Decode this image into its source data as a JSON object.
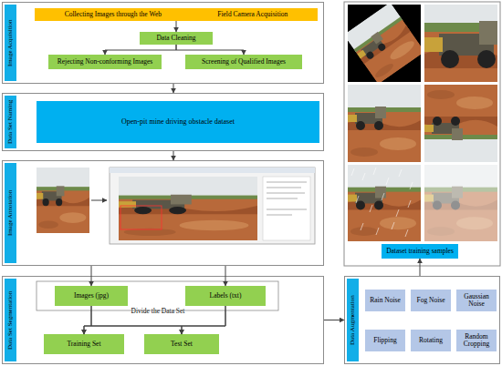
{
  "diagram": {
    "nodes": [
      {
        "text": [
          "Image Acquisition"
        ]
      },
      {
        "text": [
          "Collecting Images through the Web",
          "Field Camera Acquisition"
        ],
        "in": 0
      },
      {
        "text": [
          "Data Cleaning"
        ],
        "in": 0
      },
      {
        "text": [
          "Rejecting Non-conforming Images"
        ],
        "in": 0
      },
      {
        "text": [
          "Screening of Qualified Images"
        ],
        "in": 0
      },
      {
        "text": [
          "Data Set Naming"
        ]
      },
      {
        "text": [
          "Open-pit mine driving obstacle dataset"
        ],
        "in": 5
      },
      {
        "text": [
          "Image Annotation"
        ]
      },
      {
        "text": [
          "Data Set Segmentation"
        ]
      },
      {
        "text": [
          "Images (jpg)"
        ],
        "in": 8
      },
      {
        "text": [
          "Labels (txt)"
        ],
        "in": 8
      },
      {
        "text": [
          "Training Set"
        ],
        "in": 8
      },
      {
        "text": [
          "Test Set"
        ],
        "in": 8
      },
      {
        "text": [
          "Dataset training samples"
        ]
      },
      {
        "text": [
          "Data Augmentation"
        ]
      },
      {
        "text": [
          "Rain Noise"
        ],
        "in": 14
      },
      {
        "text": [
          "Fog Noise"
        ],
        "in": 14
      },
      {
        "text": [
          "Gaussian Noise"
        ],
        "in": 14
      },
      {
        "text": [
          "Flipping"
        ],
        "in": 14
      },
      {
        "text": [
          "Rotating"
        ],
        "in": 14
      },
      {
        "text": [
          "Random Cropping"
        ],
        "in": 14
      }
    ],
    "edges": [
      {
        "from": 1,
        "to": 2,
        "arrow": "to"
      },
      {
        "from": 2,
        "to": 3,
        "arrow": "to"
      },
      {
        "from": 2,
        "to": 4,
        "arrow": "to"
      },
      {
        "from": 0,
        "to": 5,
        "arrow": "to"
      },
      {
        "from": 5,
        "to": 7,
        "arrow": "to"
      },
      {
        "from": 7,
        "to": 9,
        "arrow": "to"
      },
      {
        "from": 7,
        "to": 10,
        "arrow": "to"
      },
      {
        "from": 9,
        "to": 11,
        "arrow": "to"
      },
      {
        "from": 9,
        "to": 12,
        "arrow": "to"
      },
      {
        "from": 10,
        "to": 11,
        "arrow": "to"
      },
      {
        "from": 10,
        "to": 12,
        "arrow": "to"
      },
      {
        "from": 8,
        "to": 14,
        "arrow": "to"
      },
      {
        "from": 14,
        "to": 13,
        "arrow": "to"
      }
    ],
    "labels": [
      "Divide the Data Set"
    ]
  }
}
